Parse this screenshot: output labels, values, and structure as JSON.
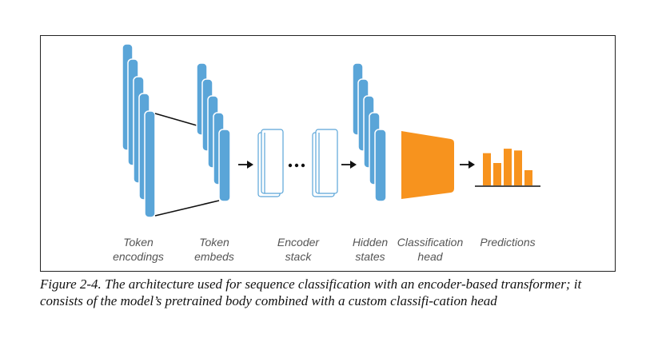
{
  "labels": {
    "token_encodings": "Token\nencodings",
    "token_embeds": "Token\nembeds",
    "encoder_stack": "Encoder\nstack",
    "hidden_states": "Hidden\nstates",
    "classification_head": "Classification\nhead",
    "predictions": "Predictions"
  },
  "caption": "Figure 2-4. The architecture used for sequence classification with an encoder-based transformer; it consists of the model’s pretrained body combined with a custom classifi-cation head",
  "colors": {
    "token_blue": "#5aa5d8",
    "orange": "#f7931e",
    "arrow": "#111111",
    "encoder_stroke": "#5aa5d8"
  },
  "predictions_bars": [
    0.72,
    0.5,
    0.82,
    0.78,
    0.34
  ]
}
